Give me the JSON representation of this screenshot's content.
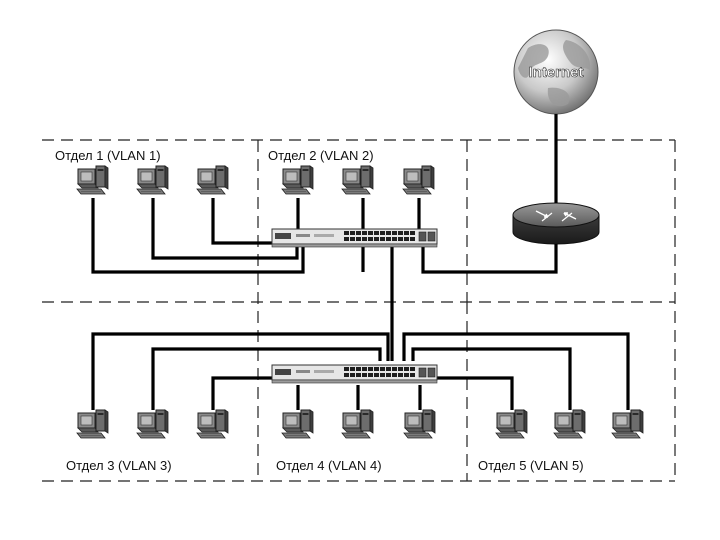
{
  "diagram": {
    "internet_label": "Internet",
    "vlans": [
      {
        "label": "Отдел 1 (VLAN 1)"
      },
      {
        "label": "Отдел 2 (VLAN 2)"
      },
      {
        "label": "Отдел 3 (VLAN 3)"
      },
      {
        "label": "Отдел 4 (VLAN 4)"
      },
      {
        "label": "Отдел 5 (VLAN 5)"
      }
    ]
  }
}
